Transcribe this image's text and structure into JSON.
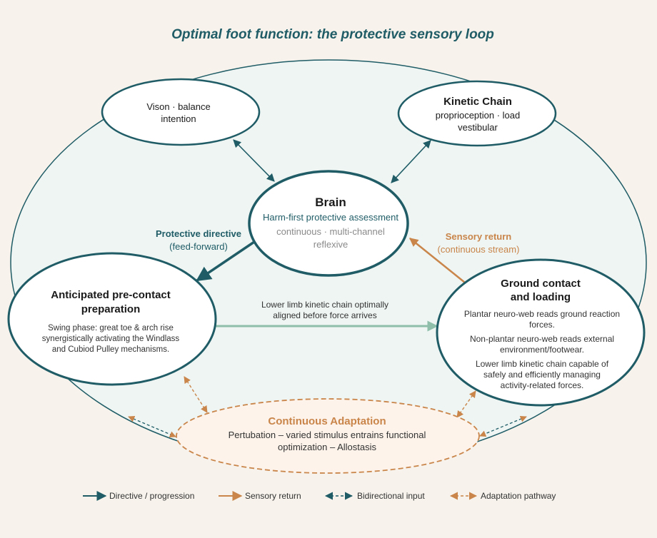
{
  "title": "Optimal foot function: the protective sensory loop",
  "colors": {
    "background": "#f7f3ec",
    "teal": "#1f5c66",
    "loop_fill": "#eef5f3",
    "orange": "#c9854a",
    "green_arrow": "#8fbfaa",
    "gray_text": "#8a8a8a",
    "adapt_fill": "#fdf3ea"
  },
  "nodes": {
    "vision": {
      "line1": "Vison · balance",
      "line2": "intention"
    },
    "kinetic": {
      "title": "Kinetic Chain",
      "line1": "proprioception · load",
      "line2": "vestibular"
    },
    "brain": {
      "title": "Brain",
      "subtitle": "Harm-first protective assessment",
      "line1": "continuous · multi-channel",
      "line2": "reflexive"
    },
    "anticipated": {
      "title1": "Anticipated pre-contact",
      "title2": "preparation",
      "body": [
        "Swing phase: great toe & arch rise",
        "synergistically activating the Windlass",
        "and Cubiod Pulley mechanisms."
      ]
    },
    "ground": {
      "title1": "Ground contact",
      "title2": "and loading",
      "body": [
        "Plantar neuro-web reads ground reaction",
        "forces.",
        "Non-plantar neuro-web reads external",
        "environment/footwear.",
        "Lower limb kinetic chain capable of",
        "safely and efficiently managing",
        "activity-related forces."
      ]
    },
    "adaptation": {
      "title": "Continuous Adaptation",
      "line1": "Pertubation – varied stimulus entrains functional",
      "line2": "optimization – Allostasis"
    }
  },
  "labels": {
    "directive_title": "Protective directive",
    "directive_sub": "(feed-forward)",
    "sensory_title": "Sensory return",
    "sensory_sub": "(continuous stream)",
    "kinetic_aligned1": "Lower limb kinetic chain optimally",
    "kinetic_aligned2": "aligned before force arrives"
  },
  "legend": {
    "directive": "Directive / progression",
    "sensory": "Sensory return",
    "bidirectional": "Bidirectional input",
    "adaptation": "Adaptation pathway"
  }
}
